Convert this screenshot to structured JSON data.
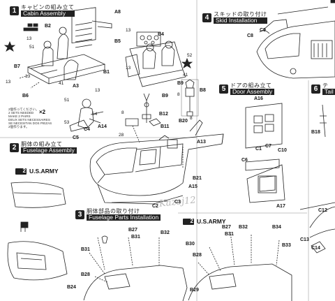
{
  "steps": [
    {
      "num": "1",
      "jp": "キャビンの組み立て",
      "en": "Cabin Assembly"
    },
    {
      "num": "2",
      "jp": "胴体の組み立て",
      "en": "Fuselage Assembly"
    },
    {
      "num": "3",
      "jp": "胴体部品の取り付け",
      "en": "Fuselage Parts Installation"
    },
    {
      "num": "4",
      "jp": "スキッドの取り付け",
      "en": "Skid Installation"
    },
    {
      "num": "5",
      "jp": "ドアの組み立て",
      "en": "Door Assembly"
    },
    {
      "num": "6",
      "jp": "テ",
      "en": "Tail"
    }
  ],
  "variant_label": "U.S.ARMY",
  "watermark": "Kazoj12",
  "note_lines": "2個作ってください。\n2 SETS NEEDED\nMAKE 2 PAIRS\nDEUX SETS NECESSAIRES\nSE NECESITAN DOS PIEZAS\n2個作ります。",
  "parts": {
    "A8": "A8",
    "B2": "B2",
    "B5": "B5",
    "B4": "B4",
    "B1": "B1",
    "B7": "B7",
    "A3": "A3",
    "B6": "B6",
    "n13a": "13",
    "n13b": "13",
    "n13c": "13",
    "n13d": "13",
    "n13e": "13",
    "n13f": "13",
    "n41a": "41",
    "n41b": "41",
    "n51a": "51",
    "n51b": "51",
    "n52": "52",
    "n54": "54",
    "n53": "53",
    "x2": "2",
    "B9a": "B9",
    "B9b": "B9",
    "B8": "B8",
    "n8a": "8",
    "n8b": "8",
    "n8c": "8",
    "B12": "B12",
    "B11": "B11",
    "B20": "B20",
    "C4": "C4",
    "A14": "A14",
    "C5": "C5",
    "A13": "A13",
    "B21": "B21",
    "A15": "A15",
    "C3": "C3",
    "C2": "C2",
    "n28": "28",
    "C8": "C8",
    "C9": "C9",
    "A16": "A16",
    "C1": "C1",
    "C7": "C7",
    "C10": "C10",
    "C6": "C6",
    "A17": "A17",
    "B18": "B18",
    "C12": "C12",
    "C13": "C13",
    "C14": "C14",
    "B27a": "B27",
    "B31a": "B31",
    "B32a": "B32",
    "B31b": "B31",
    "B28a": "B28",
    "B24": "B24",
    "B27b": "B27",
    "B32b": "B32",
    "B31c": "B31",
    "B34": "B34",
    "B28b": "B28",
    "B33": "B33",
    "B29": "B29",
    "B30": "B30"
  }
}
